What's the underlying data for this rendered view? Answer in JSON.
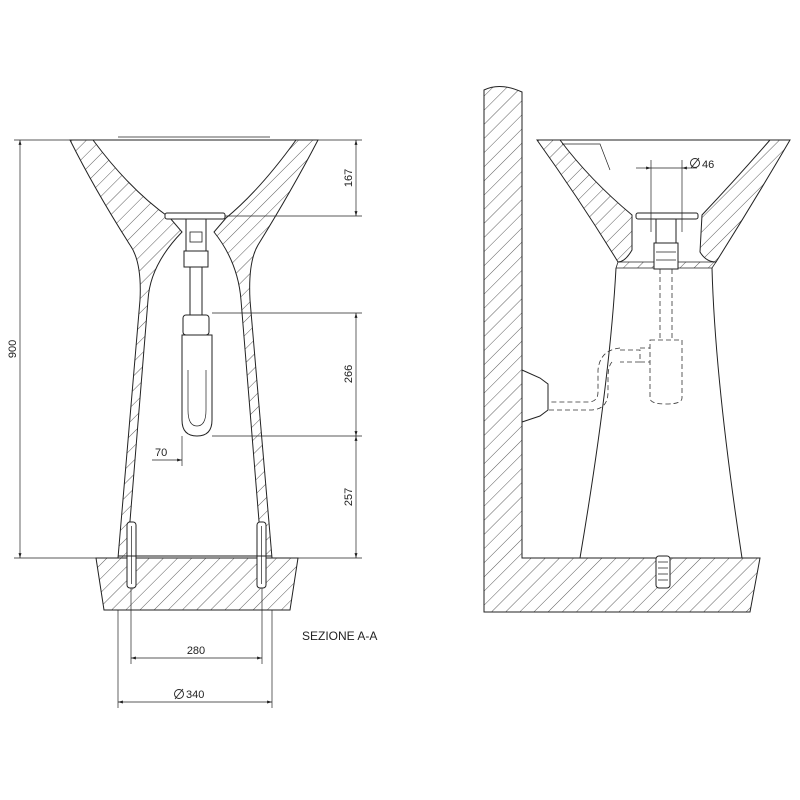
{
  "left_view": {
    "dimensions": {
      "total_height": "900",
      "bowl_depth": "167",
      "trap_height": "266",
      "base_height": "257",
      "trap_offset": "70",
      "fixing_spacing": "280",
      "base_diameter": "340"
    },
    "section_label": "SEZIONE A-A"
  },
  "right_view": {
    "dimensions": {
      "waste_diameter": "46"
    }
  },
  "colors": {
    "line": "#222222",
    "hatch": "#333333",
    "background": "#ffffff"
  }
}
